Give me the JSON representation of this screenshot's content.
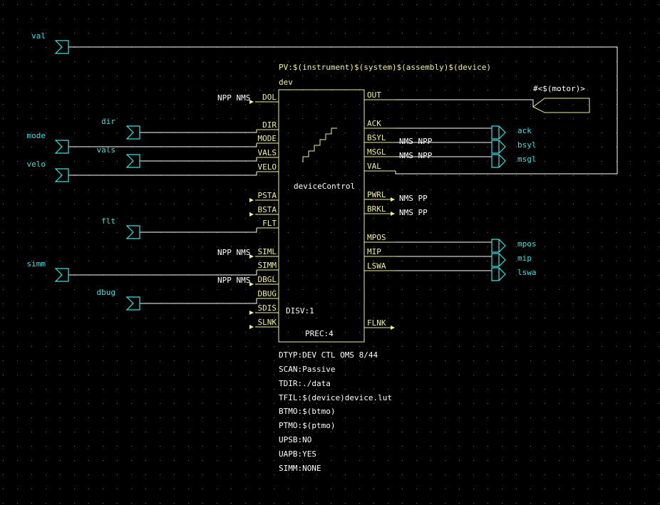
{
  "colors": {
    "background": "#000000",
    "grid": "#6a6a6a",
    "record": "#f0f0a0",
    "wire": "#ffffff",
    "port": "#40e0e0"
  },
  "record": {
    "name": "PV:$(instrument)$(system)$(assembly)$(device)",
    "dev": "dev",
    "type": "deviceControl",
    "disv": "DISV:1",
    "prec": "PREC:4",
    "icon": "staircase-icon"
  },
  "left_pins": [
    {
      "id": "dol",
      "label": "DOL",
      "attr": "NPP NMS"
    },
    {
      "id": "dir",
      "label": "DIR"
    },
    {
      "id": "mode",
      "label": "MODE"
    },
    {
      "id": "vals",
      "label": "VALS"
    },
    {
      "id": "velo",
      "label": "VELO"
    },
    {
      "id": "psta",
      "label": "PSTA"
    },
    {
      "id": "bsta",
      "label": "BSTA"
    },
    {
      "id": "flt",
      "label": "FLT"
    },
    {
      "id": "siml",
      "label": "SIML",
      "attr": "NPP NMS"
    },
    {
      "id": "simm",
      "label": "SIMM"
    },
    {
      "id": "dbgl",
      "label": "DBGL",
      "attr": "NPP NMS"
    },
    {
      "id": "dbug",
      "label": "DBUG"
    },
    {
      "id": "sdis",
      "label": "SDIS"
    },
    {
      "id": "slnk",
      "label": "SLNK"
    }
  ],
  "right_pins": [
    {
      "id": "out",
      "label": "OUT"
    },
    {
      "id": "ack",
      "label": "ACK"
    },
    {
      "id": "bsyl",
      "label": "BSYL",
      "attr": "NMS  NPP"
    },
    {
      "id": "msgl",
      "label": "MSGL",
      "attr": "NMS  NPP"
    },
    {
      "id": "val",
      "label": "VAL"
    },
    {
      "id": "pwrl",
      "label": "PWRL",
      "attr": "NMS  PP"
    },
    {
      "id": "brkl",
      "label": "BRKL",
      "attr": "NMS  PP"
    },
    {
      "id": "mpos",
      "label": "MPOS"
    },
    {
      "id": "mip",
      "label": "MIP"
    },
    {
      "id": "lswa",
      "label": "LSWA"
    },
    {
      "id": "flnk",
      "label": "FLNK"
    }
  ],
  "input_ports": [
    "val",
    "dir",
    "mode",
    "vals",
    "velo",
    "flt",
    "simm",
    "dbug"
  ],
  "output_ports": [
    "ack",
    "bsyl",
    "msgl",
    "mpos",
    "mip",
    "lswa"
  ],
  "hw_link": "#<$(motor)>",
  "fields": [
    "DTYP:DEV CTL OMS 8/44",
    "SCAN:Passive",
    "TDIR:./data",
    "TFIL:$(device)device.lut",
    "BTMO:$(btmo)",
    "PTMO:$(ptmo)",
    "UPSB:NO",
    "UAPB:YES",
    "SIMM:NONE"
  ]
}
